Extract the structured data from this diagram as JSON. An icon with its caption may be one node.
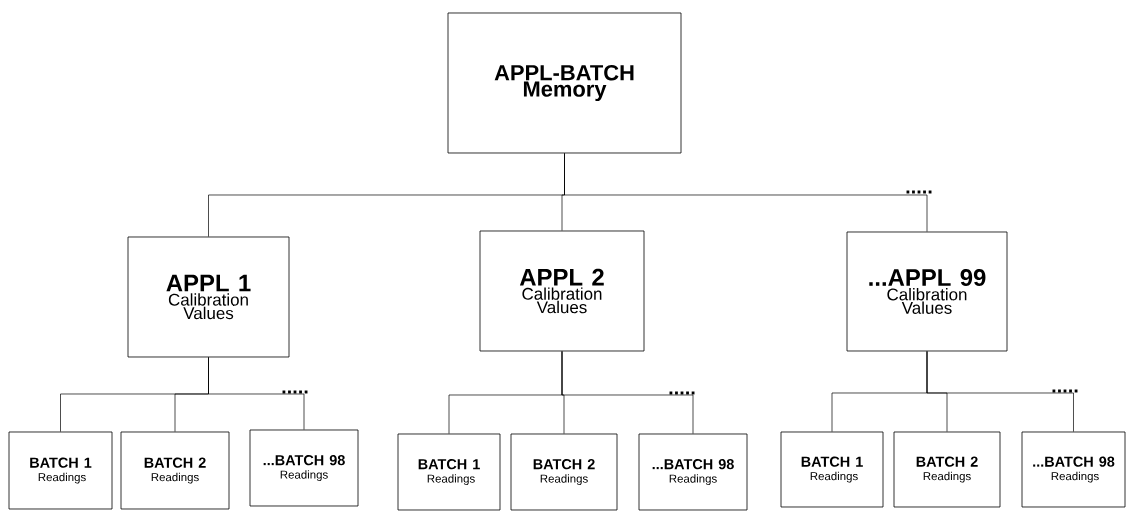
{
  "diagram": {
    "nodes": [
      {
        "text": [
          "APPL-BATCH Memory"
        ]
      },
      {
        "text": [
          "APPL 1",
          "Calibration Values"
        ]
      },
      {
        "text": [
          "APPL 2",
          "Calibration Values"
        ]
      },
      {
        "text": [
          "...APPL 99",
          "Calibration Values"
        ]
      },
      {
        "text": [
          "BATCH 1",
          "Readings"
        ]
      },
      {
        "text": [
          "BATCH 2",
          "Readings"
        ]
      },
      {
        "text": [
          "...BATCH 98",
          "Readings"
        ]
      },
      {
        "text": [
          "BATCH 1",
          "Readings"
        ]
      },
      {
        "text": [
          "BATCH 2",
          "Readings"
        ]
      },
      {
        "text": [
          "...BATCH 98",
          "Readings"
        ]
      },
      {
        "text": [
          "BATCH 1",
          "Readings"
        ]
      },
      {
        "text": [
          "BATCH 2",
          "Readings"
        ]
      },
      {
        "text": [
          "...BATCH 98",
          "Readings"
        ]
      }
    ],
    "edges": [
      {
        "from": 0,
        "to": 1,
        "arrow": "none"
      },
      {
        "from": 0,
        "to": 2,
        "arrow": "none"
      },
      {
        "from": 0,
        "to": 3,
        "arrow": "none"
      },
      {
        "from": 1,
        "to": 4,
        "arrow": "none"
      },
      {
        "from": 1,
        "to": 5,
        "arrow": "none"
      },
      {
        "from": 1,
        "to": 6,
        "arrow": "none"
      },
      {
        "from": 2,
        "to": 7,
        "arrow": "none"
      },
      {
        "from": 2,
        "to": 8,
        "arrow": "none"
      },
      {
        "from": 2,
        "to": 9,
        "arrow": "none"
      },
      {
        "from": 3,
        "to": 10,
        "arrow": "none"
      },
      {
        "from": 3,
        "to": 11,
        "arrow": "none"
      },
      {
        "from": 3,
        "to": 12,
        "arrow": "none"
      }
    ],
    "labels": [
      ".....",
      ".....",
      ".....",
      "....."
    ]
  }
}
